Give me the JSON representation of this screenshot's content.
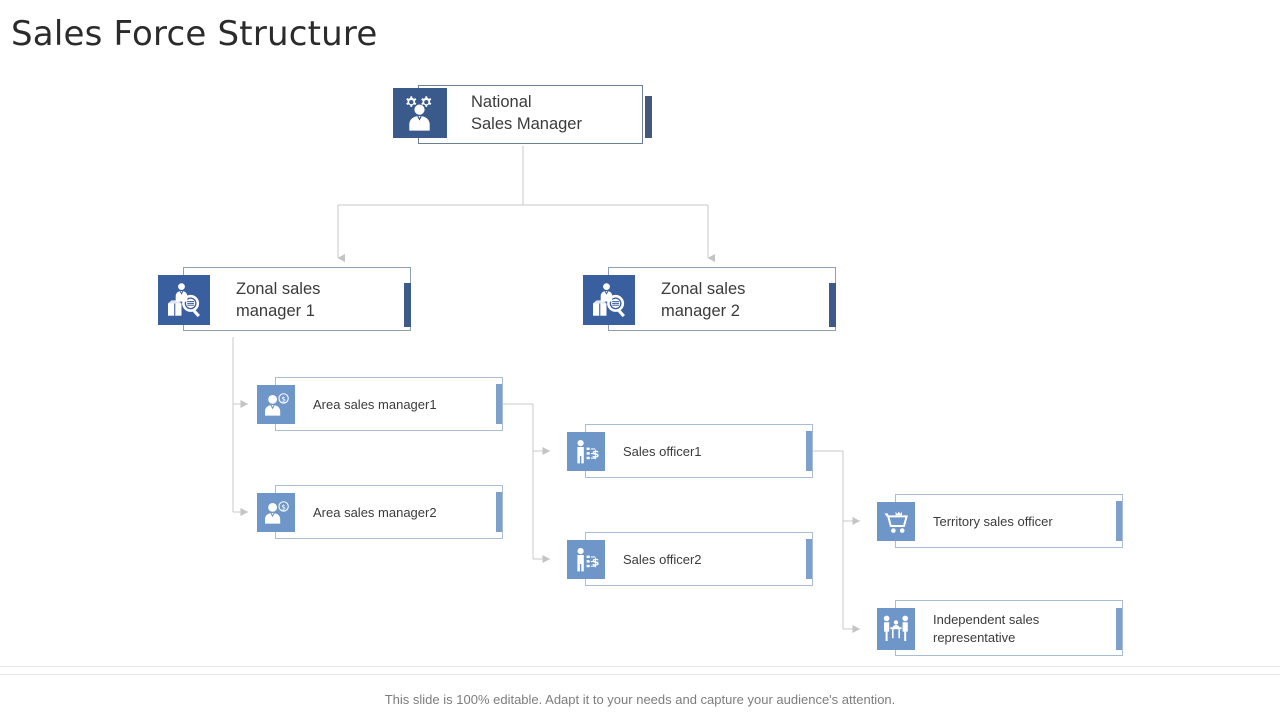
{
  "slide": {
    "title": "Sales Force Structure",
    "footer_note": "This slide is 100% editable. Adapt it to your needs and capture your audience's attention."
  },
  "colors": {
    "title_text": "#2b2b2b",
    "tier1_icon_bg": "#3a5a8c",
    "tier1_accent": "#44587a",
    "tier2_icon_bg": "#3a5f9e",
    "tier2_accent": "#3c5a8a",
    "tier3_icon_bg": "#6f96c8",
    "tier3_accent": "#7ea1cc",
    "connector_line": "#c9c9c9",
    "box_fill": "#ffffff",
    "footer_text": "#7d7d7d"
  },
  "chart_data": {
    "type": "diagram",
    "title": "Sales Force Structure",
    "layout": "top-down organizational hierarchy",
    "levels": 5,
    "nodes": [
      {
        "id": "national-sales-manager",
        "label": "National\nSales Manager",
        "level": 1,
        "icon": "people-gears-icon"
      },
      {
        "id": "zonal-sales-manager-1",
        "label": "Zonal sales\nmanager  1",
        "level": 2,
        "icon": "presenter-magnifier-icon"
      },
      {
        "id": "zonal-sales-manager-2",
        "label": "Zonal sales\nmanager  2",
        "level": 2,
        "icon": "presenter-magnifier-icon"
      },
      {
        "id": "area-sales-manager1",
        "label": "Area sales manager1",
        "level": 3,
        "icon": "person-dollar-badge-icon"
      },
      {
        "id": "area-sales-manager2",
        "label": "Area sales manager2",
        "level": 3,
        "icon": "person-dollar-badge-icon"
      },
      {
        "id": "sales-officer1",
        "label": "Sales officer1",
        "level": 4,
        "icon": "person-checklist-dollar-icon"
      },
      {
        "id": "sales-officer2",
        "label": "Sales officer2",
        "level": 4,
        "icon": "person-checklist-dollar-icon"
      },
      {
        "id": "territory-sales-officer",
        "label": "Territory sales officer",
        "level": 5,
        "icon": "shopping-cart-icon"
      },
      {
        "id": "independent-sales-representative",
        "label": "Independent sales\nrepresentative",
        "level": 5,
        "icon": "two-people-table-icon"
      }
    ],
    "edges": [
      {
        "from": "national-sales-manager",
        "to": "zonal-sales-manager-1"
      },
      {
        "from": "national-sales-manager",
        "to": "zonal-sales-manager-2"
      },
      {
        "from": "zonal-sales-manager-1",
        "to": "area-sales-manager1"
      },
      {
        "from": "zonal-sales-manager-1",
        "to": "area-sales-manager2"
      },
      {
        "from": "area-sales-manager1",
        "to": "sales-officer1"
      },
      {
        "from": "area-sales-manager1",
        "to": "sales-officer2"
      },
      {
        "from": "sales-officer1",
        "to": "territory-sales-officer"
      },
      {
        "from": "sales-officer1",
        "to": "independent-sales-representative"
      }
    ]
  },
  "nodes": {
    "national": {
      "label": "National\nSales Manager",
      "icon": "people-gears-icon"
    },
    "zonal1": {
      "label": "Zonal sales\nmanager  1",
      "icon": "presenter-magnifier-icon"
    },
    "zonal2": {
      "label": "Zonal sales\nmanager  2",
      "icon": "presenter-magnifier-icon"
    },
    "area1": {
      "label": "Area sales manager1",
      "icon": "person-dollar-badge-icon"
    },
    "area2": {
      "label": "Area sales manager2",
      "icon": "person-dollar-badge-icon"
    },
    "officer1": {
      "label": "Sales officer1",
      "icon": "person-checklist-dollar-icon"
    },
    "officer2": {
      "label": "Sales officer2",
      "icon": "person-checklist-dollar-icon"
    },
    "territory": {
      "label": "Territory sales officer",
      "icon": "shopping-cart-icon"
    },
    "independent": {
      "label": "Independent sales\nrepresentative",
      "icon": "two-people-table-icon"
    }
  }
}
